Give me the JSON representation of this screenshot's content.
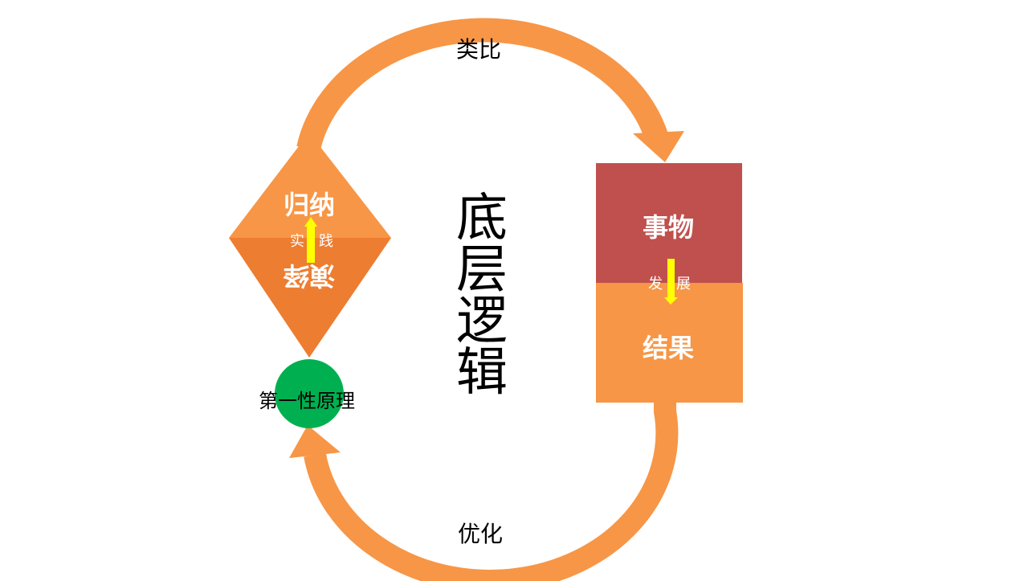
{
  "title": "底层逻辑",
  "arrows": {
    "top_label": "类比",
    "bottom_label": "优化"
  },
  "diamond": {
    "top_label": "归纳",
    "bottom_label": "演绎",
    "middle_left": "实",
    "middle_right": "践"
  },
  "circle": {
    "label": "第一性原理"
  },
  "boxes": {
    "top_label": "事物",
    "bottom_label": "结果",
    "middle_left": "发",
    "middle_right": "展"
  },
  "colors": {
    "orange": "#F79646",
    "dark_orange": "#ED7D31",
    "red": "#C0504D",
    "green": "#00B050",
    "yellow": "#FFFF00"
  }
}
